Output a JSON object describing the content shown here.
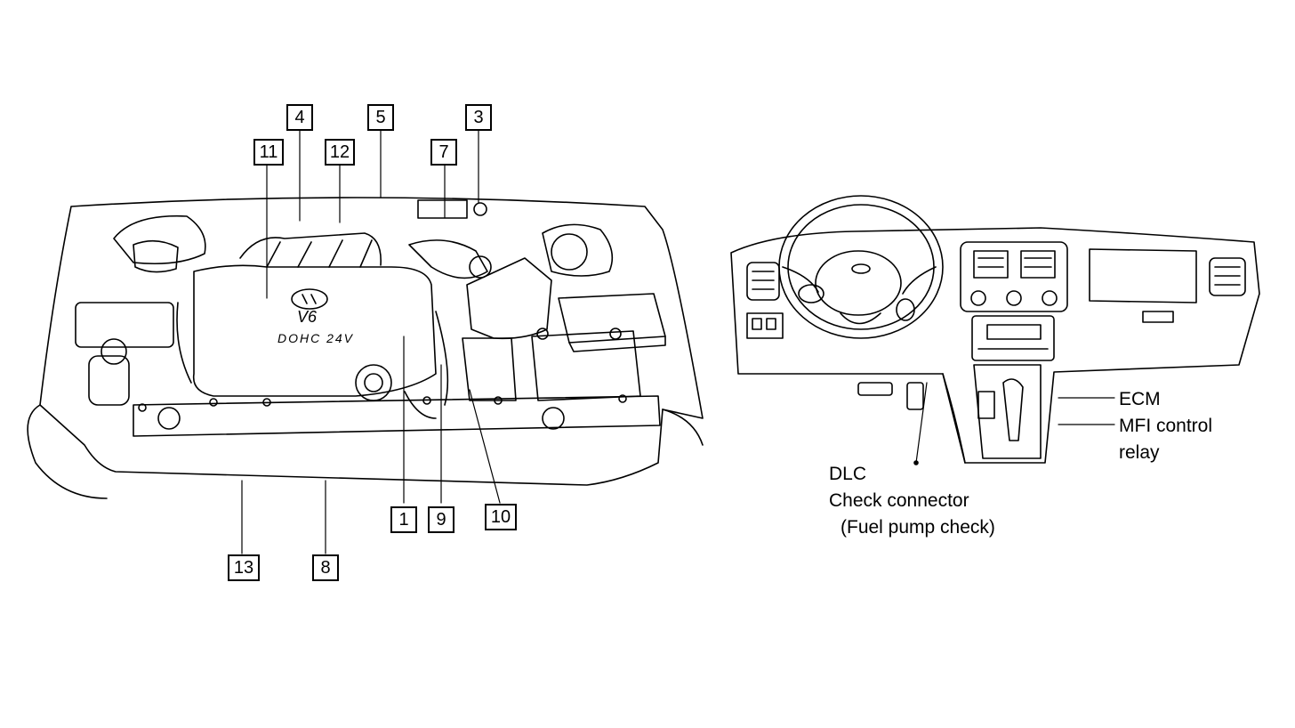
{
  "engine_bay": {
    "callouts": [
      "1",
      "3",
      "4",
      "5",
      "7",
      "8",
      "9",
      "10",
      "11",
      "12",
      "13"
    ],
    "badge_text": "V6",
    "engine_text": "DOHC 24V"
  },
  "dashboard": {
    "labels": {
      "ecm": "ECM",
      "mfi_line1": "MFI control",
      "mfi_line2": "relay",
      "dlc": "DLC",
      "check_connector": "Check connector",
      "fuel_pump_check": "(Fuel pump check)"
    }
  },
  "colors": {
    "ink": "#000000",
    "paper": "#ffffff"
  }
}
